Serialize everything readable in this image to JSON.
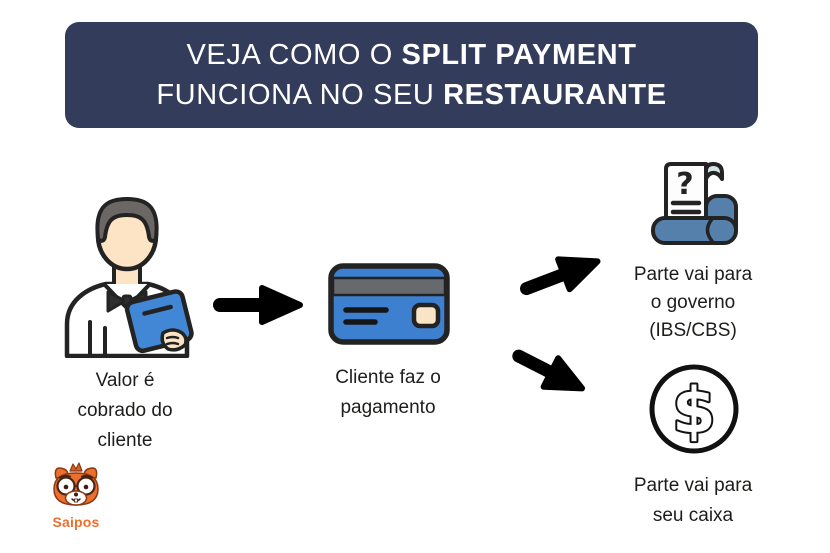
{
  "header": {
    "line1_regular": "VEJA COMO O ",
    "line1_bold": "SPLIT PAYMENT",
    "line2_regular": "FUNCIONA NO SEU ",
    "line2_bold": "RESTAURANTE",
    "bg_color": "#333c5b",
    "text_color": "#ffffff"
  },
  "steps": [
    {
      "id": "charge",
      "icon": "waiter-tablet-icon",
      "label_lines": [
        "Valor é",
        "cobrado do",
        "cliente"
      ]
    },
    {
      "id": "payment",
      "icon": "credit-card-icon",
      "label_lines": [
        "Cliente faz o",
        "pagamento"
      ]
    },
    {
      "id": "governo",
      "icon": "tax-receipt-icon",
      "label_lines": [
        "Parte vai para",
        "o governo",
        "(IBS/CBS)"
      ]
    },
    {
      "id": "caixa",
      "icon": "money-dollar-icon",
      "label_lines": [
        "Parte vai para",
        "seu caixa"
      ]
    }
  ],
  "arrows": [
    {
      "id": "arrow-right",
      "direction": "right"
    },
    {
      "id": "arrow-up-right",
      "direction": "up-right"
    },
    {
      "id": "arrow-down-right",
      "direction": "down-right"
    }
  ],
  "logo": {
    "brand": "Saipos",
    "color": "#ee6f2d"
  },
  "colors": {
    "banner_navy": "#333c5b",
    "card_blue": "#3d80cf",
    "tablet_blue": "#4187d6",
    "stripe_gray": "#66696e",
    "chip_cream": "#f9e4c5",
    "skin_peach": "#fce4c4",
    "hair_gray": "#6b6765",
    "receipt_roll_blue": "#5580ab",
    "receipt_curl": "#d6e4e6",
    "outline_black": "#232323",
    "text_black": "#1d1d1b"
  }
}
